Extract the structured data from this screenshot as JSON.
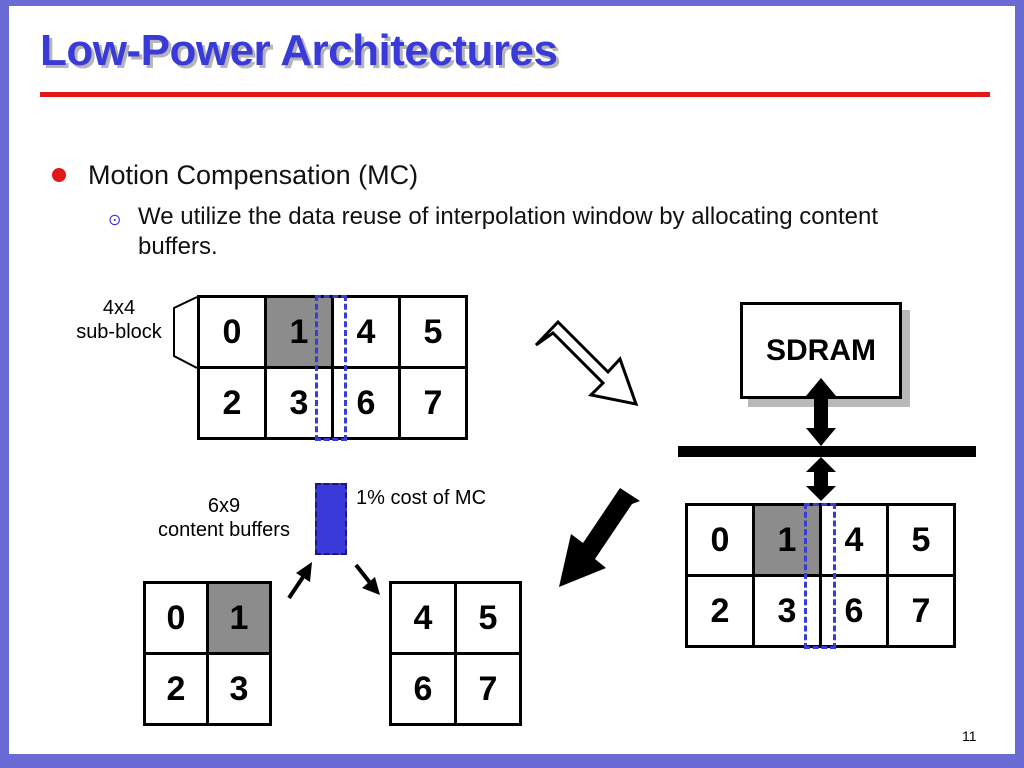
{
  "slide": {
    "title": "Low-Power Architectures",
    "bullet1": "Motion Compensation (MC)",
    "bullet2": "We utilize the data reuse of interpolation window by allocating content buffers.",
    "sub_icon": "⊙",
    "page_number": "11"
  },
  "labels": {
    "subblock_line1": "4x4",
    "subblock_line2": "sub-block",
    "buffers_line1": "6x9",
    "buffers_line2": "content buffers",
    "cost": "1% cost of MC",
    "sdram": "SDRAM"
  },
  "grids": {
    "top": {
      "row1": [
        "0",
        "1",
        "4",
        "5"
      ],
      "row2": [
        "2",
        "3",
        "6",
        "7"
      ]
    },
    "right": {
      "row1": [
        "0",
        "1",
        "4",
        "5"
      ],
      "row2": [
        "2",
        "3",
        "6",
        "7"
      ]
    },
    "left_small": {
      "row1": [
        "0",
        "1"
      ],
      "row2": [
        "2",
        "3"
      ]
    },
    "right_small": {
      "row1": [
        "4",
        "5"
      ],
      "row2": [
        "6",
        "7"
      ]
    }
  },
  "colors": {
    "title": "#3a3ad8",
    "accent_red": "#e11818",
    "shaded_cell": "#8c8c8c",
    "frame": "#6b6bd6"
  }
}
